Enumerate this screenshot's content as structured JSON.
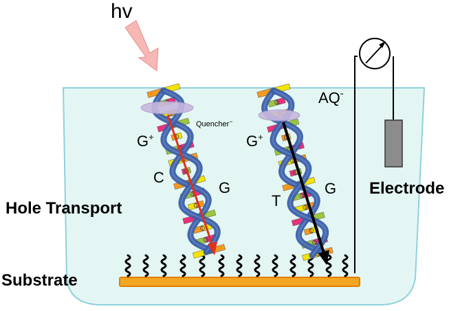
{
  "labels": {
    "light": "hv",
    "hole_transport": "Hole Transport",
    "substrate": "Substrate",
    "electrode": "Electrode",
    "quencher": "Quencher",
    "quencher_charge": "−",
    "anthraquinone": "AQ",
    "anthraquinone_charge": "-",
    "left_strand": {
      "guanine_plus": "G",
      "plus": "+",
      "c": "C",
      "g": "G"
    },
    "right_strand": {
      "guanine_plus": "G",
      "plus": "+",
      "t": "T",
      "g": "G"
    }
  },
  "colors": {
    "solution": "#e4f6f3",
    "container_border": "#8fd0dc",
    "substrate_bar": "#f2a623",
    "substrate_border": "#e07f00",
    "backbone": "#3b5fa8",
    "left_arrow": "#e0301e",
    "right_arrow": "#000000",
    "light_arrow": "#f7b7b4",
    "quencher_disc": "#c8b9de",
    "electrode_body": "#8c8c8c",
    "base_colors": [
      "#f4e300",
      "#e8307c",
      "#f59a1d",
      "#9cc63b"
    ]
  },
  "icons": [
    "light-arrow-icon",
    "meter-icon",
    "linker-icon",
    "dna-helix-icon",
    "quencher-disc-icon"
  ]
}
